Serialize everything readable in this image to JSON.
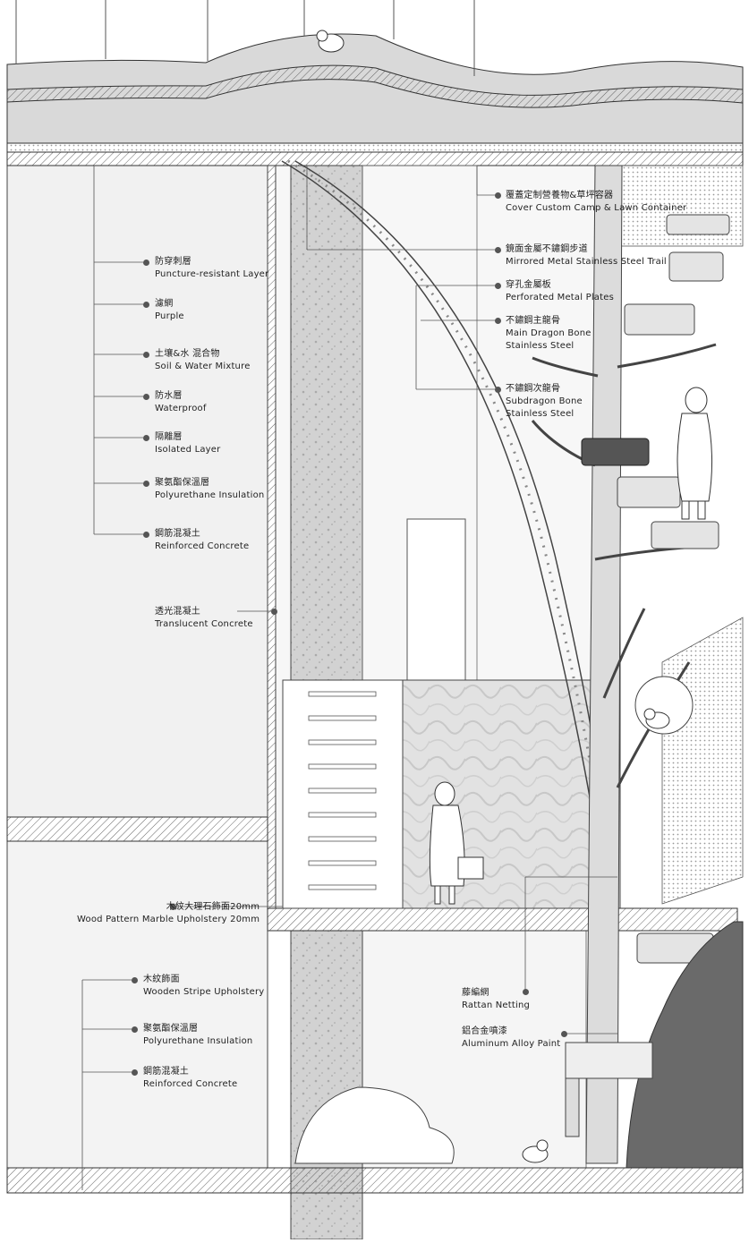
{
  "labels_left": [
    {
      "zh": "防穿刺層",
      "en": "Puncture-resistant Layer"
    },
    {
      "zh": "濾網",
      "en": "Purple"
    },
    {
      "zh": "土壤&水 混合物",
      "en": "Soil & Water Mixture"
    },
    {
      "zh": "防水層",
      "en": "Waterproof"
    },
    {
      "zh": "隔離層",
      "en": "Isolated Layer"
    },
    {
      "zh": "聚氨酯保溫層",
      "en": "Polyurethane Insulation"
    },
    {
      "zh": "鋼筋混凝土",
      "en": "Reinforced Concrete"
    }
  ],
  "translucent": {
    "zh": "透光混凝土",
    "en": "Translucent Concrete"
  },
  "labels_right": [
    {
      "zh": "覆蓋定制營養物&草坪容器",
      "en": "Cover Custom Camp & Lawn Container"
    },
    {
      "zh": "鏡面金屬不鏽鋼步道",
      "en": "Mirrored Metal Stainless Steel Trail"
    },
    {
      "zh": "穿孔金屬板",
      "en": "Perforated Metal Plates"
    },
    {
      "zh": "不鏽鋼主龍骨",
      "en": "Main Dragon Bone",
      "en2": "Stainless Steel"
    },
    {
      "zh": "不鏽鋼次龍骨",
      "en": "Subdragon Bone",
      "en2": "Stainless Steel"
    }
  ],
  "marble": {
    "zh": "木紋大理石飾面20mm",
    "en": "Wood Pattern Marble Upholstery 20mm"
  },
  "labels_lower_left": [
    {
      "zh": "木紋飾面",
      "en": "Wooden Stripe Upholstery"
    },
    {
      "zh": "聚氨酯保溫層",
      "en": "Polyurethane Insulation"
    },
    {
      "zh": "鋼筋混凝土",
      "en": "Reinforced Concrete"
    }
  ],
  "labels_lower_right": [
    {
      "zh": "藤編網",
      "en": "Rattan Netting"
    },
    {
      "zh": "鋁合金噴漆",
      "en": "Aluminum Alloy Paint"
    }
  ]
}
